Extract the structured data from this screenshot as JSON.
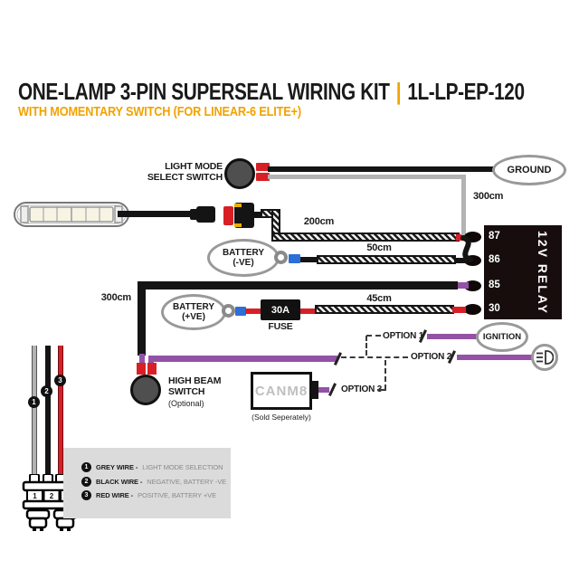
{
  "colors": {
    "accent": "#F2A200",
    "wire-red": "#D81F26",
    "wire-purple": "#9352A5",
    "wire-grey": "#B3B3B3",
    "wire-black": "#141414",
    "crimp-blue": "#2E6FD6",
    "outline-grey": "#999999",
    "legend-bg": "#DBDBDB",
    "relay-bg": "#170D0D"
  },
  "header": {
    "title": "ONE-LAMP 3-PIN SUPERSEAL WIRING KIT",
    "separator": "|",
    "part_number": "1L-LP-EP-120",
    "subtitle": "WITH MOMENTARY SWITCH (FOR LINEAR-6 ELITE+)"
  },
  "diagram": {
    "light_mode_switch": {
      "line1": "LIGHT MODE",
      "line2": "SELECT SWITCH"
    },
    "ground": "GROUND",
    "battery_negative": {
      "line1": "BATTERY",
      "line2": "(-VE)"
    },
    "battery_positive": {
      "line1": "BATTERY",
      "line2": "(+VE)"
    },
    "fuse": {
      "rating": "30A",
      "label": "FUSE"
    },
    "relay": {
      "label": "12V RELAY",
      "pins": [
        "87",
        "86",
        "85",
        "30"
      ]
    },
    "ignition": "IGNITION",
    "options": {
      "option1": "OPTION 1",
      "option2": "OPTION 2",
      "option3": "OPTION 3"
    },
    "high_beam_switch": {
      "line1": "HIGH BEAM",
      "line2": "SWITCH",
      "note": "(Optional)"
    },
    "canm8": {
      "label": "CANM8",
      "note": "(Sold Seperately)"
    },
    "lengths": {
      "switch_to_relay": "300cm",
      "lamp_loom": "200cm",
      "battery_negative": "50cm",
      "high_beam": "300cm",
      "battery_positive": "45cm"
    }
  },
  "connector_pins": [
    "1",
    "2",
    "3"
  ],
  "legend": {
    "items": [
      {
        "num": "1",
        "wire": "GREY WIRE -",
        "desc": "LIGHT MODE SELECTION"
      },
      {
        "num": "2",
        "wire": "BLACK WIRE -",
        "desc": "NEGATIVE, BATTERY -VE"
      },
      {
        "num": "3",
        "wire": "RED WIRE -",
        "desc": "POSITIVE, BATTERY +VE"
      }
    ]
  }
}
